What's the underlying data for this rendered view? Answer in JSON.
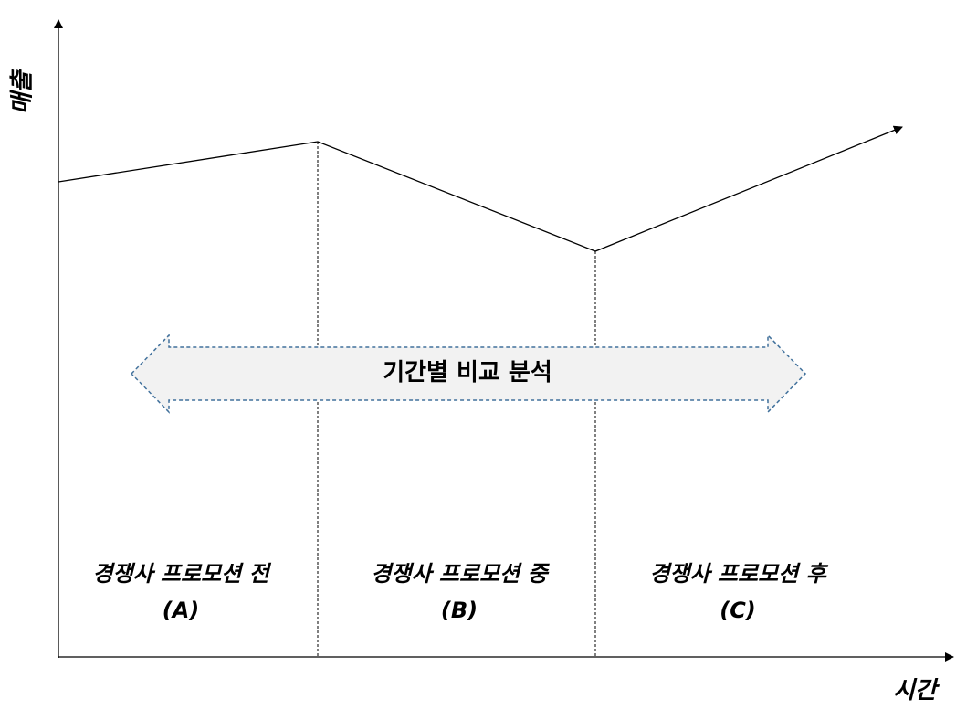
{
  "axes": {
    "y_label": "매출",
    "x_label": "시간"
  },
  "arrow_label": "기간별 비교 분석",
  "periods": [
    {
      "name": "경쟁사 프로모션 전",
      "code": "(A)"
    },
    {
      "name": "경쟁사 프로모션 중",
      "code": "(B)"
    },
    {
      "name": "경쟁사 프로모션 후",
      "code": "(C)"
    }
  ],
  "colors": {
    "line": "#000000",
    "arrow_fill": "#f2f2f2",
    "arrow_border": "#41719c"
  }
}
